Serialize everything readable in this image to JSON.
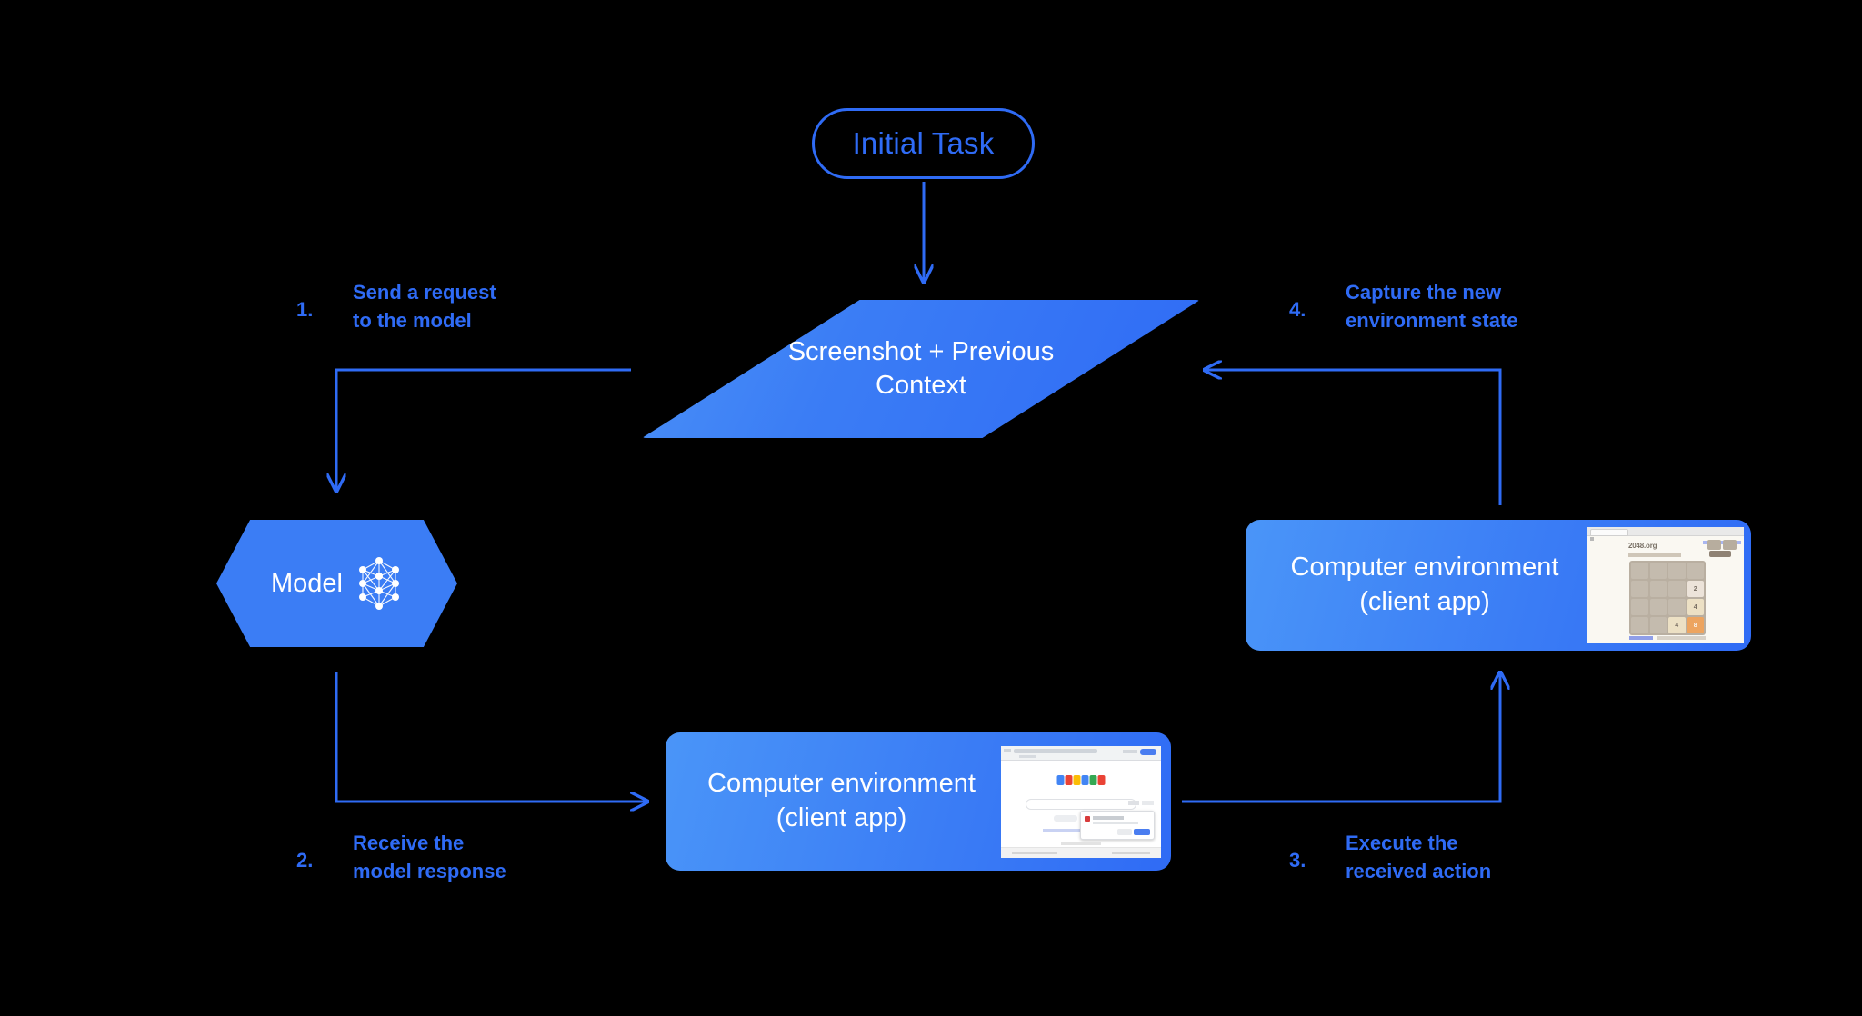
{
  "diagram": {
    "title_node": {
      "label": "Initial Task"
    },
    "context_node": {
      "line1": "Screenshot + Previous",
      "line2": "Context"
    },
    "model_node": {
      "label": "Model",
      "icon": "neural-network-icon"
    },
    "env_node_right": {
      "line1": "Computer environment",
      "line2": "(client app)",
      "thumbnail": "2048-game-screenshot"
    },
    "env_node_bottom": {
      "line1": "Computer environment",
      "line2": "(client app)",
      "thumbnail": "google-search-screenshot"
    },
    "steps": [
      {
        "num": "1.",
        "text": "Send a request\nto the model"
      },
      {
        "num": "2.",
        "text": "Receive the\nmodel response"
      },
      {
        "num": "3.",
        "text": "Execute the\nreceived action"
      },
      {
        "num": "4.",
        "text": "Capture the new\nenvironment state"
      }
    ],
    "colors": {
      "accent_blue": "#2f6bf5",
      "node_blue": "#3b7df5",
      "node_blue_light": "#4a95f8",
      "background": "#000000",
      "text_on_node": "#ffffff"
    }
  },
  "thumbnails": {
    "game2048": {
      "site_title": "2048.org",
      "grid": [
        [
          "",
          "",
          "",
          ""
        ],
        [
          "",
          "",
          "",
          "2"
        ],
        [
          "",
          "",
          "",
          "4"
        ],
        [
          "",
          "",
          "4",
          "8"
        ]
      ],
      "tile_colors": {
        "2": "#ece3d9",
        "4": "#ece0c4",
        "8": "#eda45f",
        "empty": "#c4bbae",
        "board": "#b9afa1"
      }
    },
    "google": {
      "logo_colors": [
        "#4285F4",
        "#EA4335",
        "#FBBC05",
        "#4285F4",
        "#34A853",
        "#EA4335"
      ]
    }
  }
}
